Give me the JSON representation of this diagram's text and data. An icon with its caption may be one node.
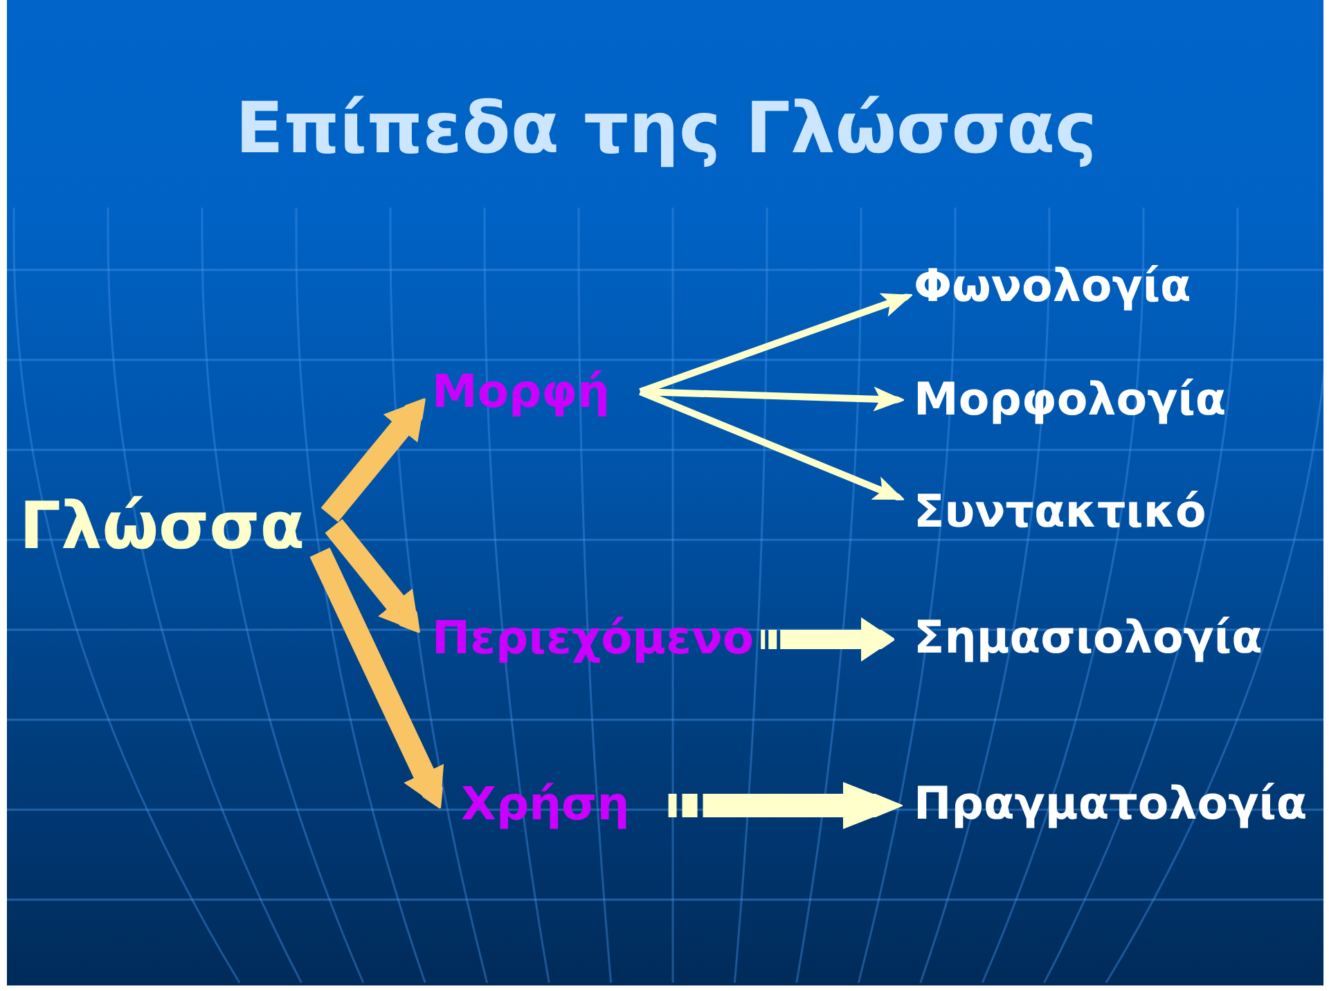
{
  "diagram": {
    "title": "Επίπεδα της Γλώσσας",
    "nodes": [
      {
        "text": [
          "Γλώσσα"
        ]
      },
      {
        "text": [
          "Μορφή"
        ]
      },
      {
        "text": [
          "Περιεχόμενο"
        ]
      },
      {
        "text": [
          "Χρήση"
        ]
      },
      {
        "text": [
          "Φωνολογία"
        ]
      },
      {
        "text": [
          "Μορφολογία"
        ]
      },
      {
        "text": [
          "Συντακτικό"
        ]
      },
      {
        "text": [
          "Σημασιολογία"
        ]
      },
      {
        "text": [
          "Πραγματολογία"
        ]
      }
    ],
    "edges": [
      {
        "from": 0,
        "to": 1,
        "arrow": "to",
        "color": "#f9c464"
      },
      {
        "from": 0,
        "to": 2,
        "arrow": "to",
        "color": "#f9c464"
      },
      {
        "from": 0,
        "to": 3,
        "arrow": "to",
        "color": "#f9c464"
      },
      {
        "from": 1,
        "to": 4,
        "arrow": "to"
      },
      {
        "from": 1,
        "to": 5,
        "arrow": "to"
      },
      {
        "from": 1,
        "to": 6,
        "arrow": "to"
      },
      {
        "from": 2,
        "to": 7,
        "arrow": "to"
      },
      {
        "from": 3,
        "to": 8,
        "arrow": "to"
      }
    ]
  }
}
